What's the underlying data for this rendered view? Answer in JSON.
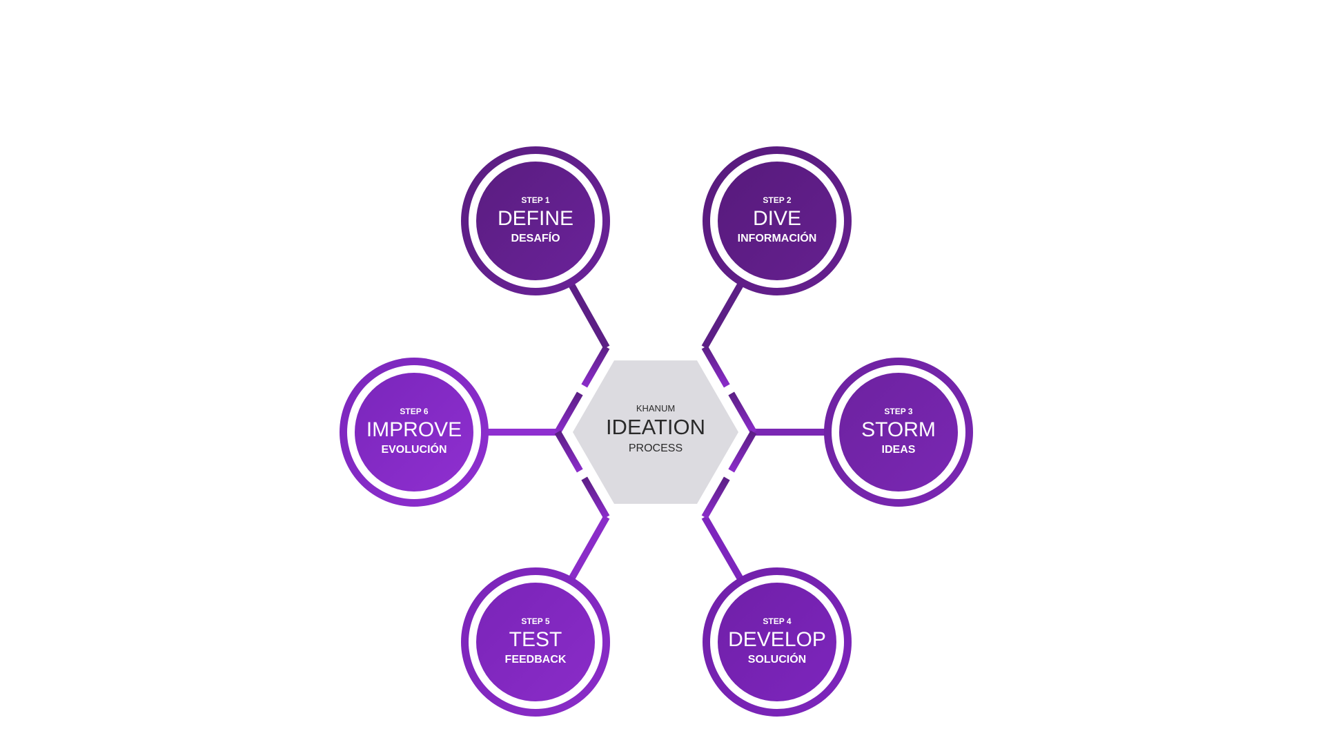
{
  "center": {
    "brand": "KHANUM",
    "title": "IDEATION",
    "subtitle": "PROCESS"
  },
  "steps": [
    {
      "step": "STEP 1",
      "title": "DEFINE",
      "subtitle": "DESAFÍO",
      "color_start": "#5a1d80",
      "color_end": "#6a2299"
    },
    {
      "step": "STEP 2",
      "title": "DIVE",
      "subtitle": "INFORMACIÓN",
      "color_start": "#571a7c",
      "color_end": "#65208f"
    },
    {
      "step": "STEP 3",
      "title": "STORM",
      "subtitle": "IDEAS",
      "color_start": "#6d22a0",
      "color_end": "#7a27b3"
    },
    {
      "step": "STEP 4",
      "title": "DEVELOP",
      "subtitle": "SOLUCIÓN",
      "color_start": "#7020a8",
      "color_end": "#7d25bd"
    },
    {
      "step": "STEP 5",
      "title": "TEST",
      "subtitle": "FEEDBACK",
      "color_start": "#7a24b8",
      "color_end": "#8a2cc8"
    },
    {
      "step": "STEP 6",
      "title": "IMPROVE",
      "subtitle": "EVOLUCIÓN",
      "color_start": "#7a26bb",
      "color_end": "#8f2fd0"
    }
  ],
  "colors": {
    "hexagon_fill": "#dcdbe0",
    "connector_dark": "#5c1f85",
    "connector_light": "#8a2cc9",
    "center_text": "#2a2a2a",
    "node_text": "#ffffff"
  }
}
